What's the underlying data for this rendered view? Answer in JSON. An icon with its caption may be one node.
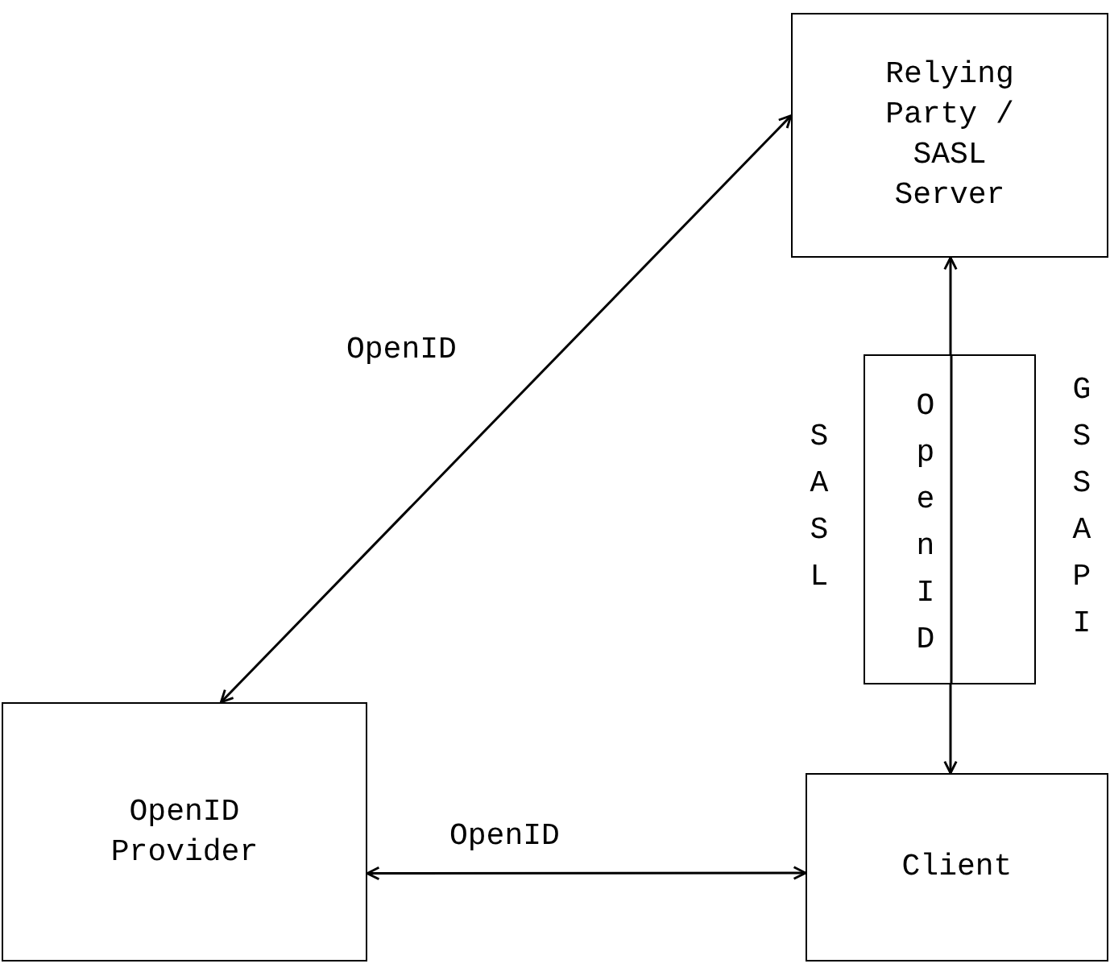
{
  "diagram": {
    "nodes": [
      {
        "text": [
          "Relying Party / SASL Server"
        ]
      },
      {
        "text": [
          "OpenID Provider"
        ]
      },
      {
        "text": [
          "Client"
        ]
      },
      {
        "text": [
          "OpenID"
        ]
      }
    ],
    "edges": [
      {
        "from": 1,
        "to": 0,
        "arrow": "both",
        "label": "OpenID"
      },
      {
        "from": 1,
        "to": 2,
        "arrow": "both",
        "label": "OpenID"
      },
      {
        "from": 3,
        "to": 0,
        "arrow": "to"
      },
      {
        "from": 3,
        "to": 2,
        "arrow": "to"
      }
    ],
    "labels": [
      "SASL",
      "GSSAPI"
    ]
  }
}
